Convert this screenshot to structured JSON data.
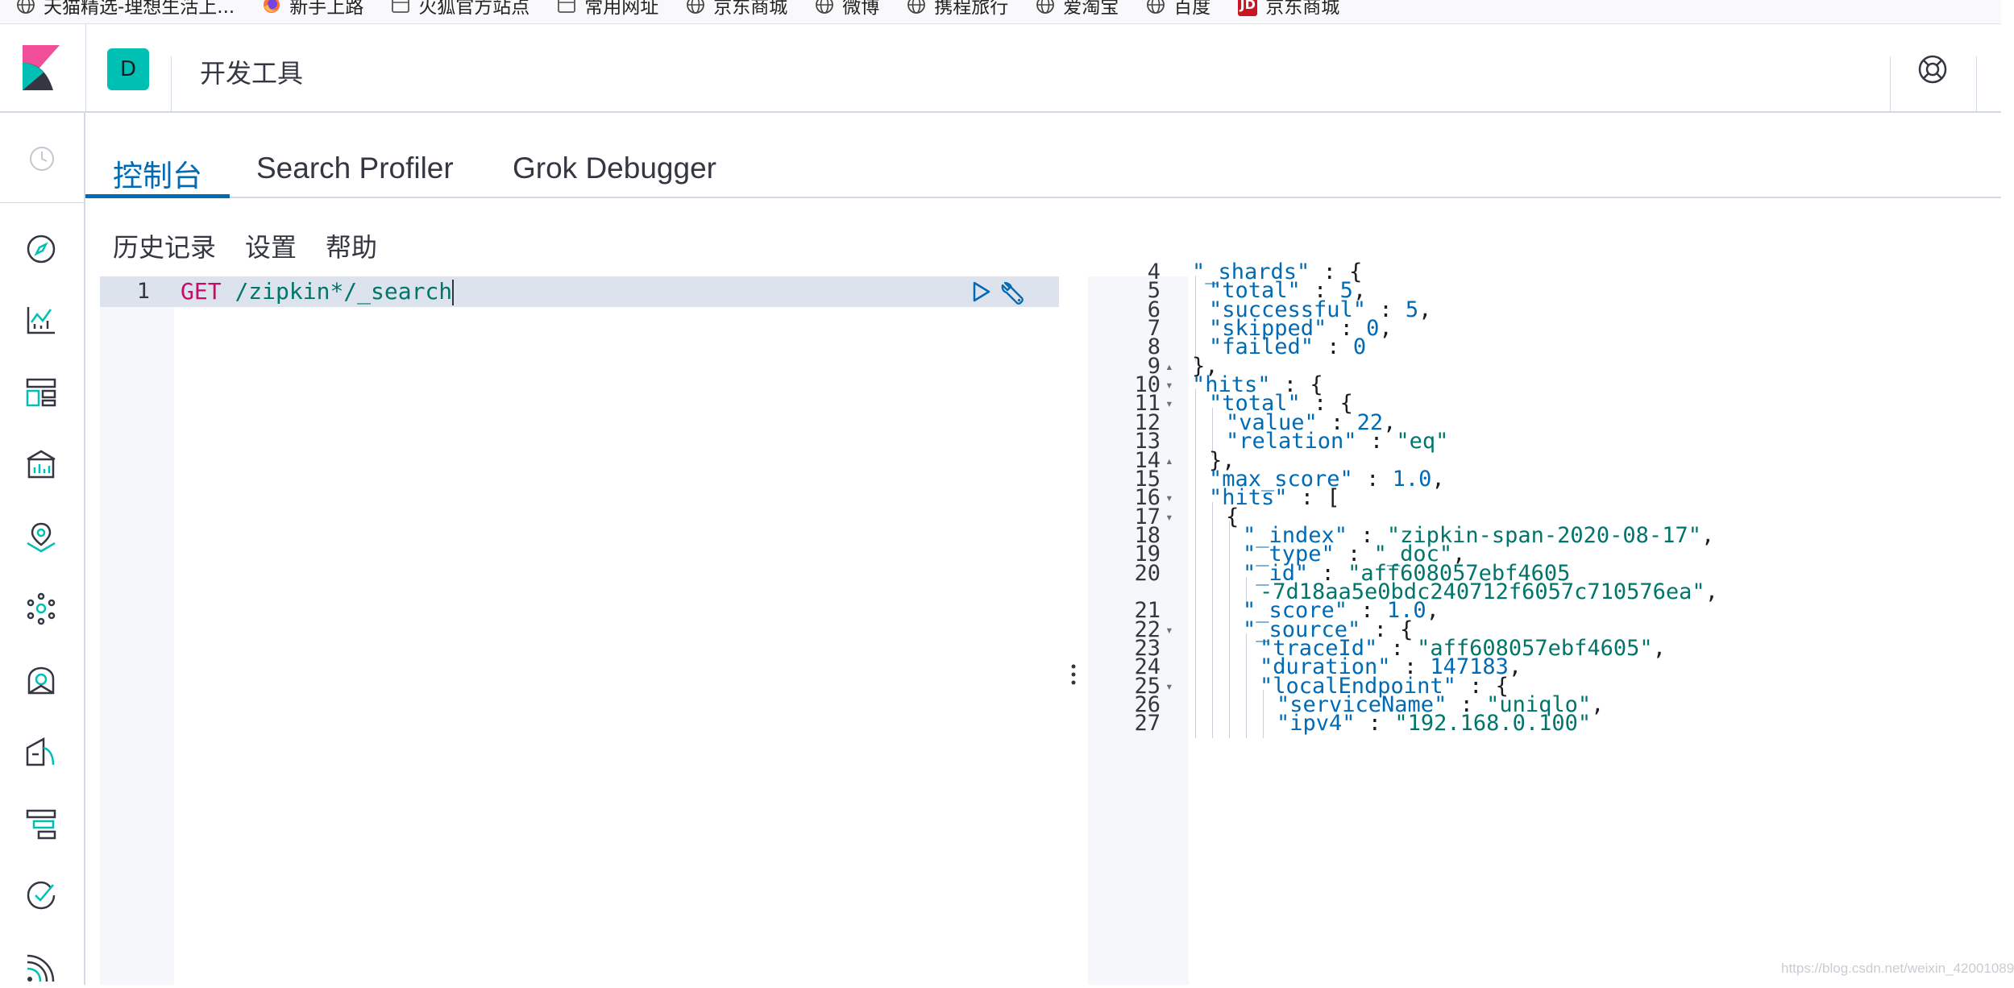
{
  "bookmarks": [
    {
      "label": "天猫精选-理想生活上...",
      "icon": "globe-icon"
    },
    {
      "label": "新手上路",
      "icon": "firefox-icon"
    },
    {
      "label": "火狐官方站点",
      "icon": "folder-icon"
    },
    {
      "label": "常用网址",
      "icon": "folder-icon"
    },
    {
      "label": "京东商城",
      "icon": "globe-icon"
    },
    {
      "label": "微博",
      "icon": "globe-icon"
    },
    {
      "label": "携程旅行",
      "icon": "globe-icon"
    },
    {
      "label": "爱淘宝",
      "icon": "globe-icon"
    },
    {
      "label": "百度",
      "icon": "globe-icon"
    },
    {
      "label": "京东商城",
      "icon": "jd-icon",
      "logo_text": "JD"
    }
  ],
  "header": {
    "space_initial": "D",
    "title": "开发工具"
  },
  "tabs": [
    {
      "label": "控制台",
      "active": true
    },
    {
      "label": "Search Profiler",
      "active": false
    },
    {
      "label": "Grok Debugger",
      "active": false
    }
  ],
  "submenu": [
    "历史记录",
    "设置",
    "帮助"
  ],
  "editor": {
    "line_number": "1",
    "method": "GET",
    "url": "/zipkin*/_search"
  },
  "output_lines": [
    {
      "num": "4",
      "indent": 1,
      "tokens": [
        [
          "k",
          "\"_shards\""
        ],
        [
          "p",
          " : {"
        ]
      ]
    },
    {
      "num": "5",
      "indent": 2,
      "tokens": [
        [
          "k",
          "\"total\""
        ],
        [
          "p",
          " : "
        ],
        [
          "n",
          "5"
        ],
        [
          "p",
          ","
        ]
      ]
    },
    {
      "num": "6",
      "indent": 2,
      "tokens": [
        [
          "k",
          "\"successful\""
        ],
        [
          "p",
          " : "
        ],
        [
          "n",
          "5"
        ],
        [
          "p",
          ","
        ]
      ]
    },
    {
      "num": "7",
      "indent": 2,
      "tokens": [
        [
          "k",
          "\"skipped\""
        ],
        [
          "p",
          " : "
        ],
        [
          "n",
          "0"
        ],
        [
          "p",
          ","
        ]
      ]
    },
    {
      "num": "8",
      "indent": 2,
      "tokens": [
        [
          "k",
          "\"failed\""
        ],
        [
          "p",
          " : "
        ],
        [
          "n",
          "0"
        ]
      ]
    },
    {
      "num": "9",
      "fold": "up",
      "indent": 1,
      "tokens": [
        [
          "p",
          "},"
        ]
      ]
    },
    {
      "num": "10",
      "fold": "down",
      "indent": 1,
      "tokens": [
        [
          "k",
          "\"hits\""
        ],
        [
          "p",
          " : {"
        ]
      ]
    },
    {
      "num": "11",
      "fold": "down",
      "indent": 2,
      "tokens": [
        [
          "k",
          "\"total\""
        ],
        [
          "p",
          " : {"
        ]
      ]
    },
    {
      "num": "12",
      "indent": 3,
      "tokens": [
        [
          "k",
          "\"value\""
        ],
        [
          "p",
          " : "
        ],
        [
          "n",
          "22"
        ],
        [
          "p",
          ","
        ]
      ]
    },
    {
      "num": "13",
      "indent": 3,
      "tokens": [
        [
          "k",
          "\"relation\""
        ],
        [
          "p",
          " : "
        ],
        [
          "s",
          "\"eq\""
        ]
      ]
    },
    {
      "num": "14",
      "fold": "up",
      "indent": 2,
      "tokens": [
        [
          "p",
          "},"
        ]
      ]
    },
    {
      "num": "15",
      "indent": 2,
      "tokens": [
        [
          "k",
          "\"max_score\""
        ],
        [
          "p",
          " : "
        ],
        [
          "n",
          "1.0"
        ],
        [
          "p",
          ","
        ]
      ]
    },
    {
      "num": "16",
      "fold": "down",
      "indent": 2,
      "tokens": [
        [
          "k",
          "\"hits\""
        ],
        [
          "p",
          " : ["
        ]
      ]
    },
    {
      "num": "17",
      "fold": "down",
      "indent": 3,
      "tokens": [
        [
          "p",
          "{"
        ]
      ]
    },
    {
      "num": "18",
      "indent": 4,
      "tokens": [
        [
          "k",
          "\"_index\""
        ],
        [
          "p",
          " : "
        ],
        [
          "s",
          "\"zipkin-span-2020-08-17\""
        ],
        [
          "p",
          ","
        ]
      ]
    },
    {
      "num": "19",
      "indent": 4,
      "tokens": [
        [
          "k",
          "\"_type\""
        ],
        [
          "p",
          " : "
        ],
        [
          "s",
          "\"_doc\""
        ],
        [
          "p",
          ","
        ]
      ]
    },
    {
      "num": "20",
      "indent": 4,
      "tokens": [
        [
          "k",
          "\"_id\""
        ],
        [
          "p",
          " : "
        ],
        [
          "s",
          "\"aff608057ebf4605"
        ]
      ]
    },
    {
      "num": "",
      "indent": 5,
      "tokens": [
        [
          "s",
          "-7d18aa5e0bdc240712f6057c710576ea\""
        ],
        [
          "p",
          ","
        ]
      ]
    },
    {
      "num": "21",
      "indent": 4,
      "tokens": [
        [
          "k",
          "\"_score\""
        ],
        [
          "p",
          " : "
        ],
        [
          "n",
          "1.0"
        ],
        [
          "p",
          ","
        ]
      ]
    },
    {
      "num": "22",
      "fold": "down",
      "indent": 4,
      "tokens": [
        [
          "k",
          "\"_source\""
        ],
        [
          "p",
          " : {"
        ]
      ]
    },
    {
      "num": "23",
      "indent": 5,
      "tokens": [
        [
          "k",
          "\"traceId\""
        ],
        [
          "p",
          " : "
        ],
        [
          "s",
          "\"aff608057ebf4605\""
        ],
        [
          "p",
          ","
        ]
      ]
    },
    {
      "num": "24",
      "indent": 5,
      "tokens": [
        [
          "k",
          "\"duration\""
        ],
        [
          "p",
          " : "
        ],
        [
          "n",
          "147183"
        ],
        [
          "p",
          ","
        ]
      ]
    },
    {
      "num": "25",
      "fold": "down",
      "indent": 5,
      "tokens": [
        [
          "k",
          "\"localEndpoint\""
        ],
        [
          "p",
          " : {"
        ]
      ]
    },
    {
      "num": "26",
      "indent": 6,
      "tokens": [
        [
          "k",
          "\"serviceName\""
        ],
        [
          "p",
          " : "
        ],
        [
          "s",
          "\"uniqlo\""
        ],
        [
          "p",
          ","
        ]
      ]
    },
    {
      "num": "27",
      "indent": 6,
      "tokens": [
        [
          "k",
          "\"ipv4\""
        ],
        [
          "p",
          " : "
        ],
        [
          "s",
          "\"192.168.0.100\""
        ]
      ]
    }
  ],
  "watermark": "https://blog.csdn.net/weixin_42001089",
  "colors": {
    "accent": "#006bb4",
    "space_avatar": "#00bfb3",
    "method": "#c80a68",
    "string": "#00756b"
  },
  "sidebar_icons": [
    "discover-icon",
    "visualize-icon",
    "dashboard-icon",
    "canvas-icon",
    "maps-icon",
    "ml-icon",
    "infrastructure-icon",
    "logs-icon",
    "apm-icon",
    "uptime-icon",
    "siem-icon"
  ]
}
